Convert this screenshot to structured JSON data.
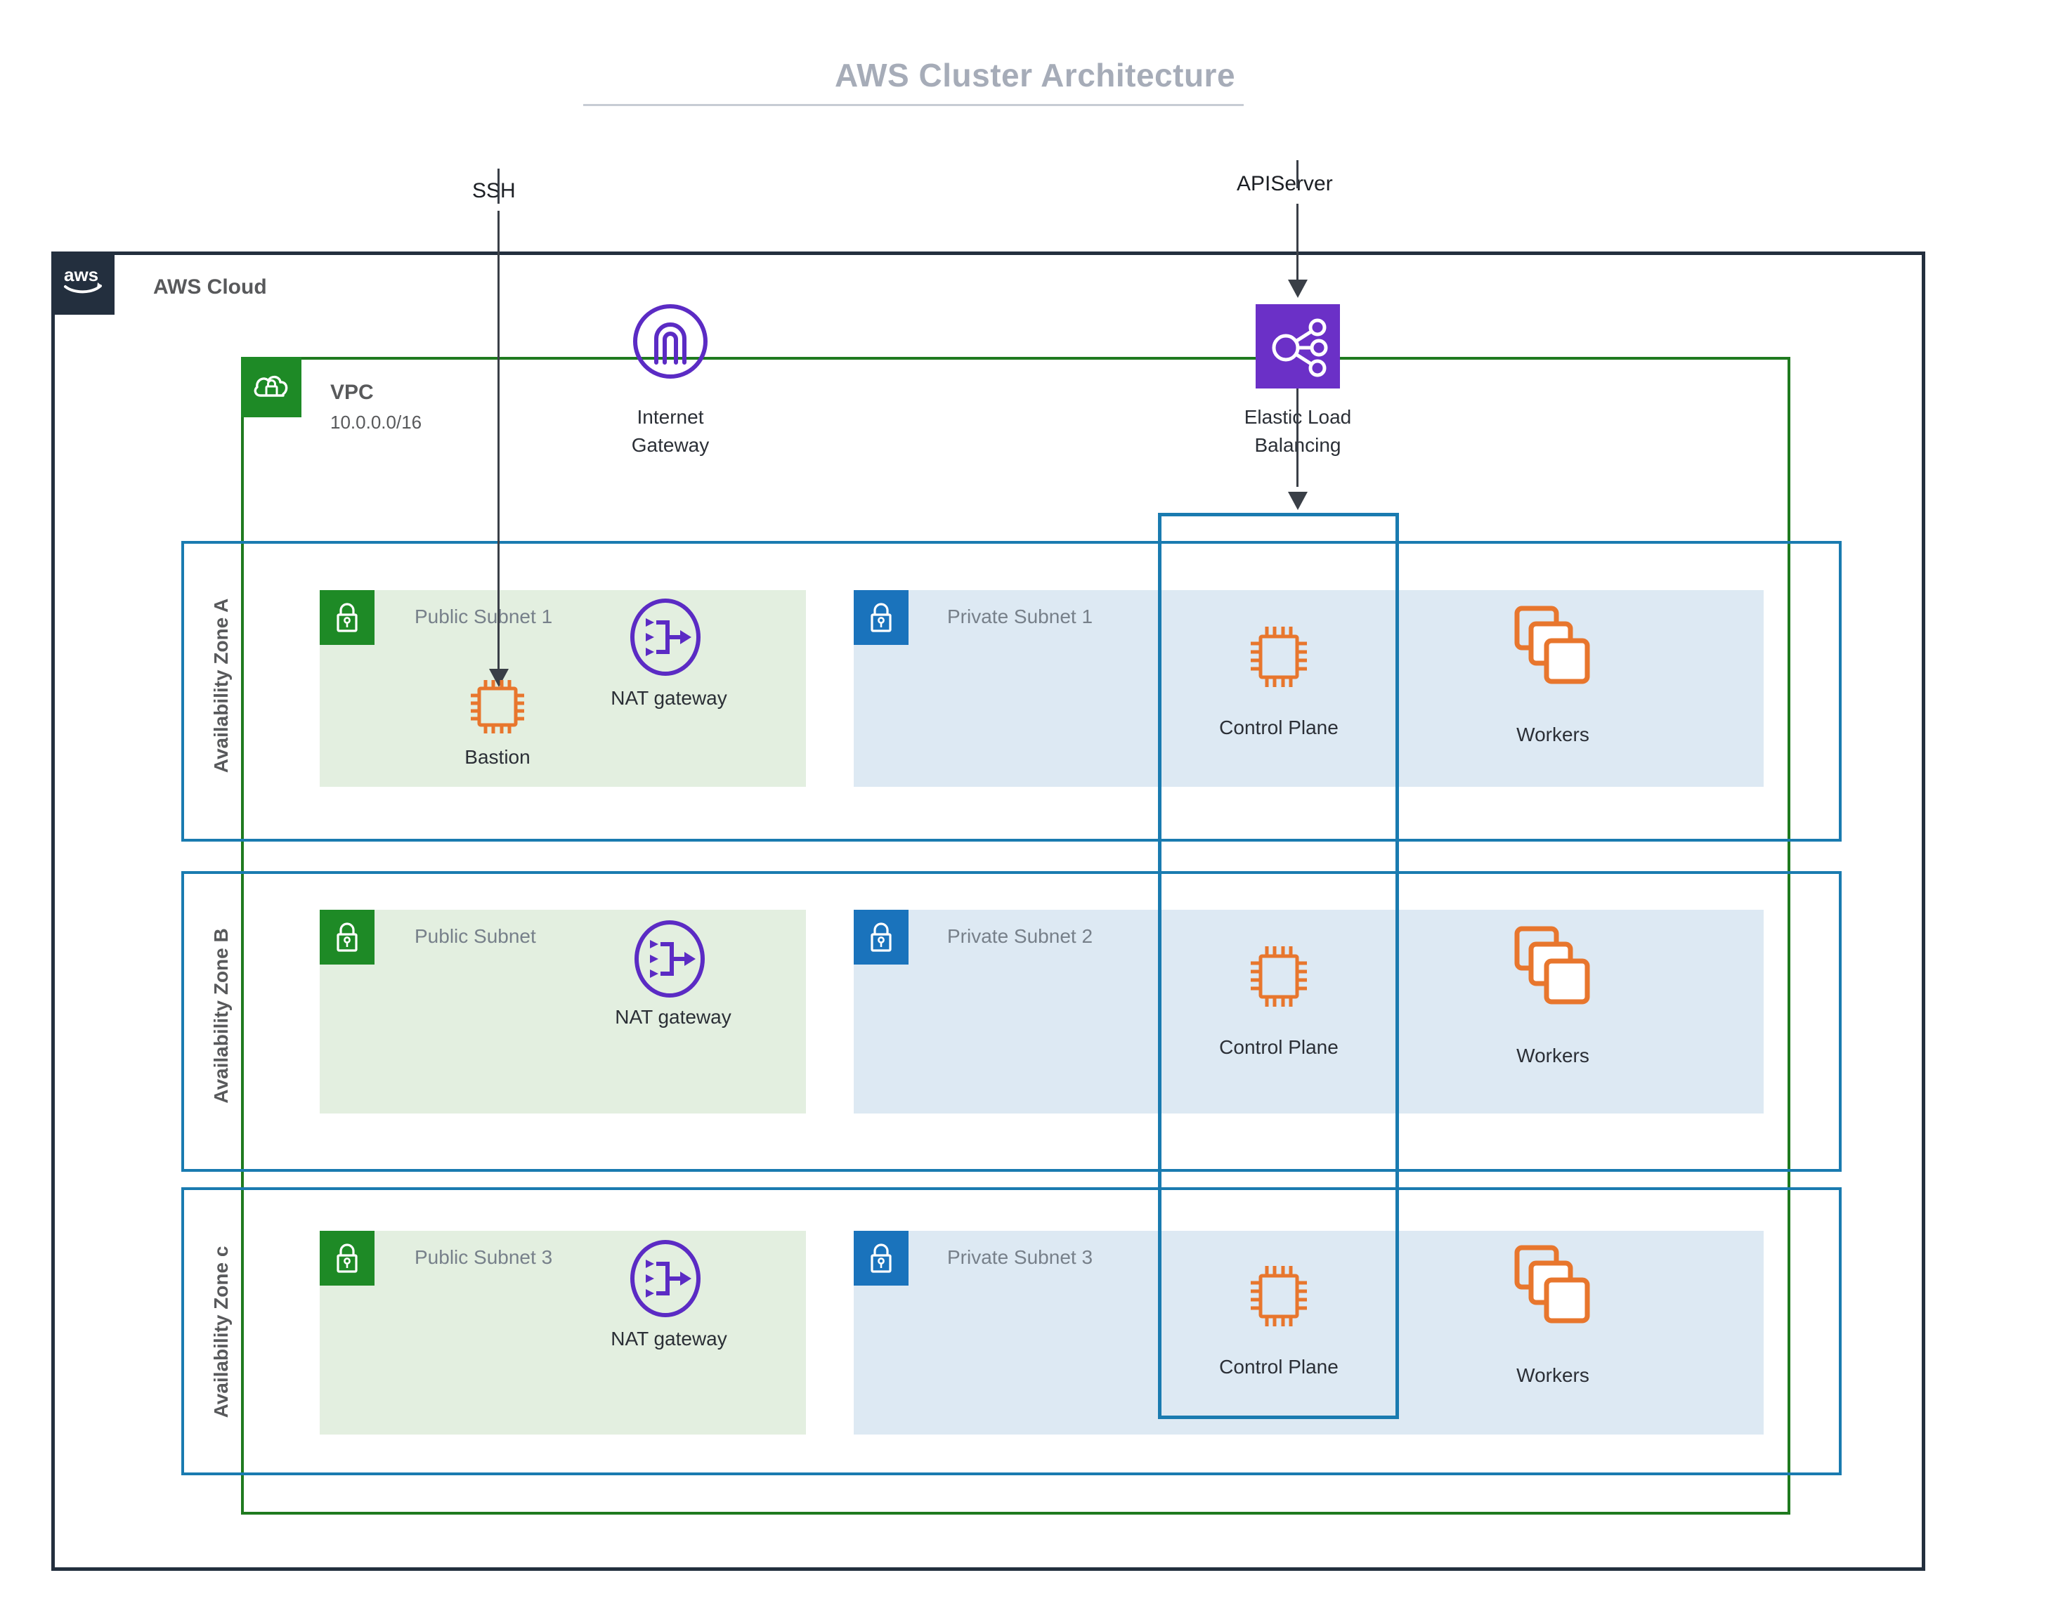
{
  "title": "AWS Cluster Architecture",
  "cloud": {
    "label": "AWS Cloud",
    "logo_icon": "aws-logo-icon"
  },
  "vpc": {
    "label": "VPC",
    "cidr": "10.0.0.0/16",
    "icon": "vpc-cloud-lock-icon",
    "color": "#1E8A26"
  },
  "edges": [
    {
      "label": "SSH",
      "from": "internet",
      "to": "Bastion"
    },
    {
      "label": "APIServer",
      "from": "internet",
      "to": "Elastic Load Balancing"
    }
  ],
  "gateways": {
    "internet_gateway": {
      "label_line1": "Internet",
      "label_line2": "Gateway",
      "icon": "internet-gateway-icon",
      "color": "#5B2BC4"
    },
    "load_balancer": {
      "label_line1": "Elastic Load",
      "label_line2": "Balancing",
      "icon": "elastic-load-balancing-icon",
      "color": "#6B30C7"
    }
  },
  "cluster_box": {
    "name": "control-plane-cluster-group",
    "color": "#1a7bb0"
  },
  "zones": [
    {
      "name": "Availability Zone A",
      "public_subnet": {
        "label": "Public Subnet 1",
        "icon": "public-subnet-lock-icon",
        "color": "#1E8A26",
        "fill": "#e3efe0",
        "nodes": [
          {
            "label": "Bastion",
            "icon": "bastion-chip-icon",
            "color": "#E8762D"
          },
          {
            "label": "NAT gateway",
            "icon": "nat-gateway-icon",
            "color": "#5B2BC4"
          }
        ]
      },
      "private_subnet": {
        "label": "Private Subnet 1",
        "icon": "private-subnet-lock-icon",
        "color": "#1A73BC",
        "fill": "#dde9f3",
        "nodes": [
          {
            "label": "Control Plane",
            "icon": "control-plane-chip-icon",
            "color": "#E8762D"
          },
          {
            "label": "Workers",
            "icon": "workers-stack-icon",
            "color": "#E8762D"
          }
        ]
      }
    },
    {
      "name": "Availability Zone B",
      "public_subnet": {
        "label": "Public Subnet",
        "icon": "public-subnet-lock-icon",
        "color": "#1E8A26",
        "fill": "#e3efe0",
        "nodes": [
          {
            "label": "NAT gateway",
            "icon": "nat-gateway-icon",
            "color": "#5B2BC4"
          }
        ]
      },
      "private_subnet": {
        "label": "Private Subnet 2",
        "icon": "private-subnet-lock-icon",
        "color": "#1A73BC",
        "fill": "#dde9f3",
        "nodes": [
          {
            "label": "Control Plane",
            "icon": "control-plane-chip-icon",
            "color": "#E8762D"
          },
          {
            "label": "Workers",
            "icon": "workers-stack-icon",
            "color": "#E8762D"
          }
        ]
      }
    },
    {
      "name": "Availability Zone c",
      "public_subnet": {
        "label": "Public Subnet 3",
        "icon": "public-subnet-lock-icon",
        "color": "#1E8A26",
        "fill": "#e3efe0",
        "nodes": [
          {
            "label": "NAT gateway",
            "icon": "nat-gateway-icon",
            "color": "#5B2BC4"
          }
        ]
      },
      "private_subnet": {
        "label": "Private Subnet 3",
        "icon": "private-subnet-lock-icon",
        "color": "#1A73BC",
        "fill": "#dde9f3",
        "nodes": [
          {
            "label": "Control Plane",
            "icon": "control-plane-chip-icon",
            "color": "#E8762D"
          },
          {
            "label": "Workers",
            "icon": "workers-stack-icon",
            "color": "#E8762D"
          }
        ]
      }
    }
  ]
}
